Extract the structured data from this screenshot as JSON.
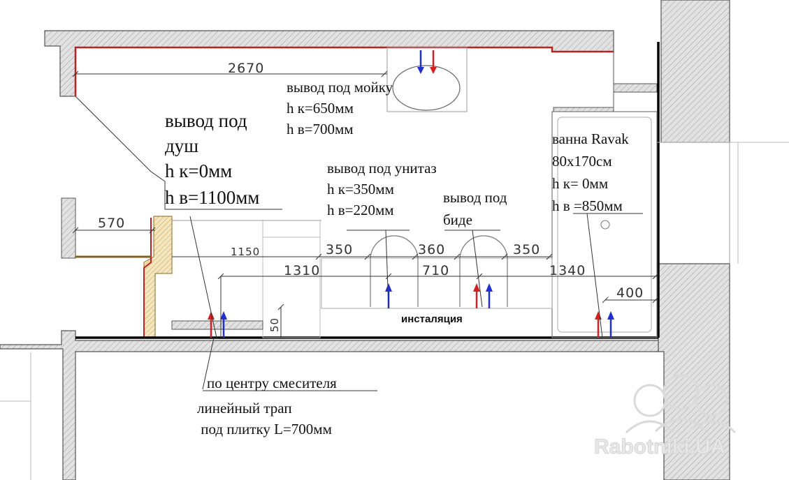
{
  "dimensions": {
    "d_2670": "2670",
    "d_570": "570",
    "d_1150": "1150",
    "d_350a": "350",
    "d_360": "360",
    "d_350b": "350",
    "d_1310": "1310",
    "d_710": "710",
    "d_1340": "1340",
    "d_400": "400",
    "d_50": "50"
  },
  "labels": {
    "sink": [
      "вывод под мойку",
      "h к=650мм",
      "h в=700мм"
    ],
    "shower": [
      "вывод под",
      "душ",
      "h к=0мм",
      "h в=1100мм"
    ],
    "toilet": [
      "вывод под унитаз",
      "h к=350мм",
      "h в=220мм"
    ],
    "bidet": [
      "вывод под",
      "биде"
    ],
    "bath": [
      "ванна Ravak",
      "80х170см",
      "h к= 0мм",
      "h в =850мм"
    ],
    "installation": "инсталяция",
    "mixer": "по центру смесителя",
    "drain": [
      "линейный трап",
      " под плитку L=700мм"
    ]
  },
  "watermark": "Rabotniki.UA",
  "colors": {
    "wall_fill": "#e4e4e4",
    "hot_pipe": "#d42020",
    "cold_pipe": "#1f2fd0",
    "wall_line": "#000000"
  }
}
